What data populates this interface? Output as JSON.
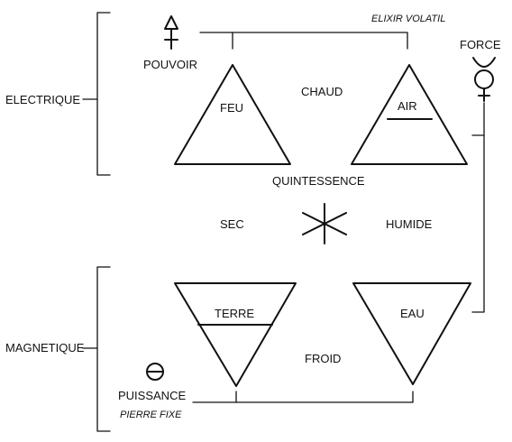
{
  "diagram": {
    "labels": {
      "electrique": "ELECTRIQUE",
      "magnetique": "MAGNETIQUE",
      "elixir_volatil": "ELIXIR VOLATIL",
      "pierre_fixe": "PIERRE FIXE",
      "pouvoir": "POUVOIR",
      "force": "FORCE",
      "puissance": "PUISSANCE",
      "chaud": "CHAUD",
      "froid": "FROID",
      "sec": "SEC",
      "humide": "HUMIDE",
      "quintessence": "QUINTESSENCE"
    },
    "elements": {
      "feu": "FEU",
      "air": "AIR",
      "terre": "TERRE",
      "eau": "EAU"
    }
  }
}
